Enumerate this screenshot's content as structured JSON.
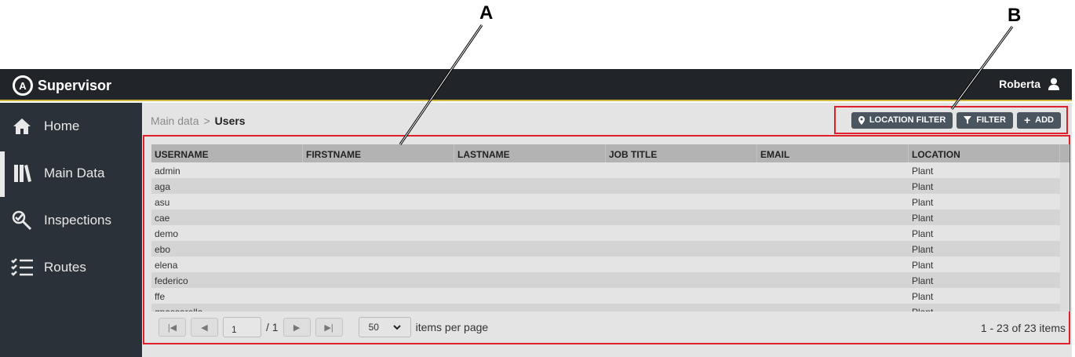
{
  "callouts": {
    "a": "A",
    "b": "B"
  },
  "header": {
    "brand_logo": "A",
    "brand": "Supervisor",
    "user": "Roberta"
  },
  "sidebar": {
    "items": [
      {
        "label": "Home",
        "icon": "home-icon"
      },
      {
        "label": "Main Data",
        "icon": "books-icon",
        "active": true
      },
      {
        "label": "Inspections",
        "icon": "inspection-search-icon"
      },
      {
        "label": "Routes",
        "icon": "checklist-icon"
      }
    ]
  },
  "breadcrumb": {
    "parent": "Main data",
    "separator": ">",
    "current": "Users"
  },
  "actions": {
    "location_filter": "LOCATION FILTER",
    "filter": "FILTER",
    "add": "ADD"
  },
  "table": {
    "columns": [
      "USERNAME",
      "FIRSTNAME",
      "LASTNAME",
      "JOB TITLE",
      "EMAIL",
      "LOCATION"
    ],
    "rows": [
      [
        "admin",
        "",
        "",
        "",
        "",
        "Plant"
      ],
      [
        "aga",
        "",
        "",
        "",
        "",
        "Plant"
      ],
      [
        "asu",
        "",
        "",
        "",
        "",
        "Plant"
      ],
      [
        "cae",
        "",
        "",
        "",
        "",
        "Plant"
      ],
      [
        "demo",
        "",
        "",
        "",
        "",
        "Plant"
      ],
      [
        "ebo",
        "",
        "",
        "",
        "",
        "Plant"
      ],
      [
        "elena",
        "",
        "",
        "",
        "",
        "Plant"
      ],
      [
        "federico",
        "",
        "",
        "",
        "",
        "Plant"
      ],
      [
        "ffe",
        "",
        "",
        "",
        "",
        "Plant"
      ],
      [
        "gpassarella",
        "",
        "",
        "",
        "",
        "Plant"
      ]
    ]
  },
  "pager": {
    "page": "1",
    "total_pages": "/ 1",
    "page_size": "50",
    "page_size_label": "items per page",
    "summary": "1 - 23 of 23 items"
  },
  "colors": {
    "accent_line": "#d4b73a",
    "annotation_red": "#e0202a",
    "topbar": "#212529",
    "sidebar": "#2b3138"
  }
}
